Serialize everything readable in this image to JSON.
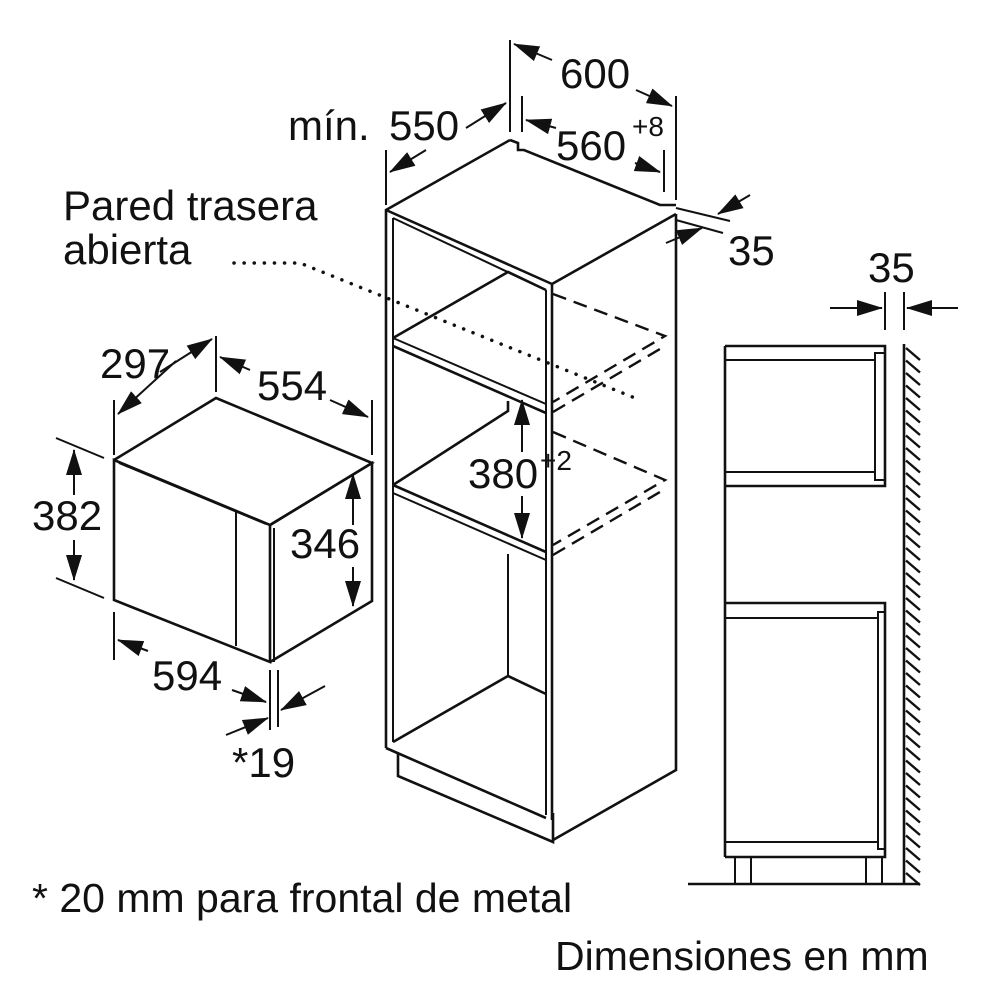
{
  "diagram": {
    "type": "installation-dimension-drawing",
    "unit": "mm",
    "appliance": {
      "name": "built-in microwave",
      "dimensions": {
        "depth_label": "297",
        "width_top_label": "554",
        "height_total_label": "382",
        "height_side_label": "346",
        "width_front_label": "594",
        "front_thickness_label": "*19"
      }
    },
    "cabinet": {
      "dimensions": {
        "min_depth_prefix": "mín.",
        "min_depth_value": "550",
        "outer_width_label": "600",
        "inner_width_label": "560",
        "inner_width_tolerance": "+8",
        "niche_height_label": "380",
        "niche_height_tolerance": "+2",
        "rear_gap_label": "35"
      },
      "callout": {
        "line1": "Pared trasera",
        "line2": "abierta"
      }
    },
    "side_view": {
      "wall_gap_label": "35"
    },
    "footnote": "* 20 mm para frontal de metal",
    "units_note": "Dimensiones en mm"
  },
  "colors": {
    "line": "#111111",
    "background": "#ffffff"
  }
}
